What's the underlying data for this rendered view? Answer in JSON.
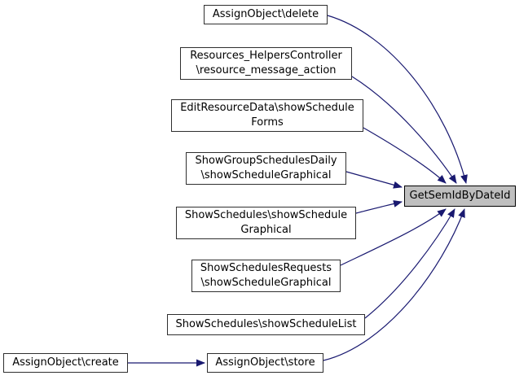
{
  "diagram": {
    "type": "call-graph",
    "target": {
      "label": "GetSemIdByDateId"
    },
    "callers": [
      {
        "label_lines": [
          "AssignObject\\delete"
        ]
      },
      {
        "label_lines": [
          "Resources_HelpersController",
          "\\resource_message_action"
        ]
      },
      {
        "label_lines": [
          "EditResourceData\\showSchedule",
          "Forms"
        ]
      },
      {
        "label_lines": [
          "ShowGroupSchedulesDaily",
          "\\showScheduleGraphical"
        ]
      },
      {
        "label_lines": [
          "ShowSchedules\\showSchedule",
          "Graphical"
        ]
      },
      {
        "label_lines": [
          "ShowSchedulesRequests",
          "\\showScheduleGraphical"
        ]
      },
      {
        "label_lines": [
          "ShowSchedules\\showScheduleList"
        ]
      },
      {
        "label_lines": [
          "AssignObject\\store"
        ]
      },
      {
        "label_lines": [
          "AssignObject\\create"
        ]
      }
    ],
    "colors": {
      "background": "#ffffff",
      "edge": "#191970",
      "node_fill": "#ffffff",
      "node_border": "#2f2f2f",
      "target_fill": "#bfbfbf",
      "target_border": "#000000"
    }
  }
}
